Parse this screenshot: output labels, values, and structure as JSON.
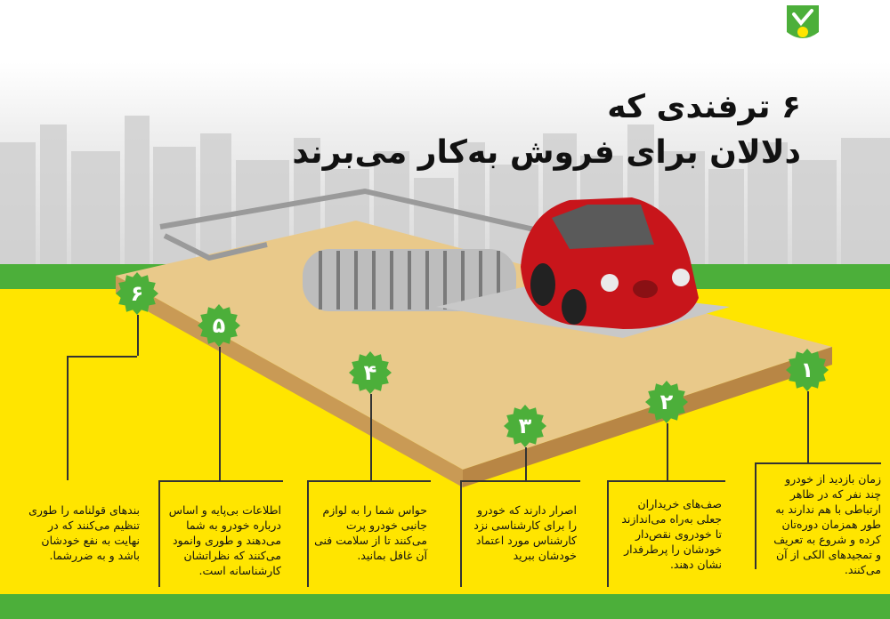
{
  "title": {
    "line1": "۶ ترفندی که",
    "line2": "دلالان برای فروش به‌کار می‌برند"
  },
  "colors": {
    "brand_green": "#4caf3a",
    "background_yellow": "#ffe500",
    "board_wood": "#e9c98a",
    "car_red": "#c8151b"
  },
  "logo_icon": "check-flower-logo-icon",
  "steps": [
    {
      "number": "۱",
      "text": [
        "زمان بازدید از خودرو",
        "چند نفر که در ظاهر",
        "ارتباطی با هم ندارند به",
        "طور همزمان دوره‌تان",
        "کرده و شروع به تعریف",
        "و تمجیدهای الکی از آن",
        "می‌کنند."
      ]
    },
    {
      "number": "۲",
      "text": [
        "صف‌های خریداران",
        "جعلی به‌راه می‌اندازند",
        "تا خودروی نقص‌دار",
        "خودشان را پرطرفدار",
        "نشان دهند."
      ]
    },
    {
      "number": "۳",
      "text": [
        "اصرار دارند که خودرو",
        "را برای کارشناسی نزد",
        "کارشناس مورد اعتماد",
        "خودشان ببرید"
      ]
    },
    {
      "number": "۴",
      "text": [
        "حواس شما را به لوازم",
        "جانبی خودرو پرت",
        "می‌کنند تا از سلامت فنی",
        "آن غافل بمانید."
      ]
    },
    {
      "number": "۵",
      "text": [
        "اطلاعات بی‌پایه و اساس",
        "درباره خودرو به شما",
        "می‌دهند و طوری وانمود",
        "می‌کنند که نظراتشان",
        "کارشناسانه است."
      ]
    },
    {
      "number": "۶",
      "text": [
        "بندهای قولنامه را طوری",
        "تنظیم می‌کنند که در",
        "نهایت به نفع خودشان",
        "باشد و به ضرر‌شما."
      ]
    }
  ]
}
